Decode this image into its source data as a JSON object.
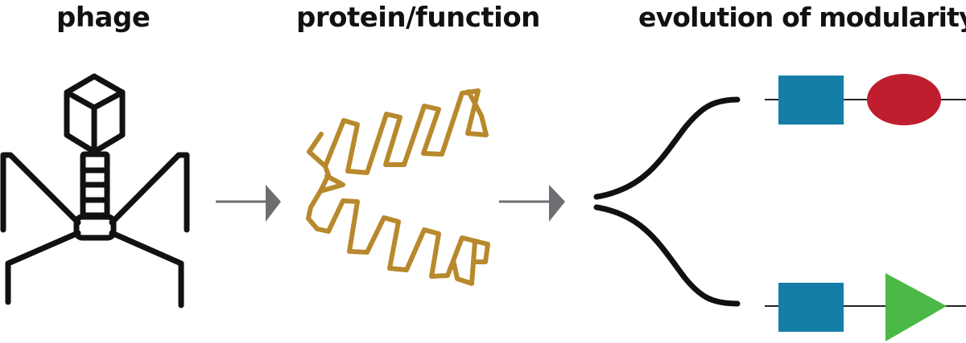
{
  "panels": {
    "phage": {
      "title": "phage",
      "icon": "phage-icon"
    },
    "protein": {
      "title": "protein/function",
      "icon": "helix-protein-icon"
    },
    "evolution": {
      "title": "evolution of modularity",
      "icon": "branching-modules-icon"
    }
  },
  "colors": {
    "ink": "#111111",
    "arrow": "#6d6e71",
    "helix": "#b8892c",
    "module_square": "#157ea8",
    "module_ellipse": "#be1e2d",
    "module_triangle": "#4cb848",
    "connector_line": "#222222"
  }
}
